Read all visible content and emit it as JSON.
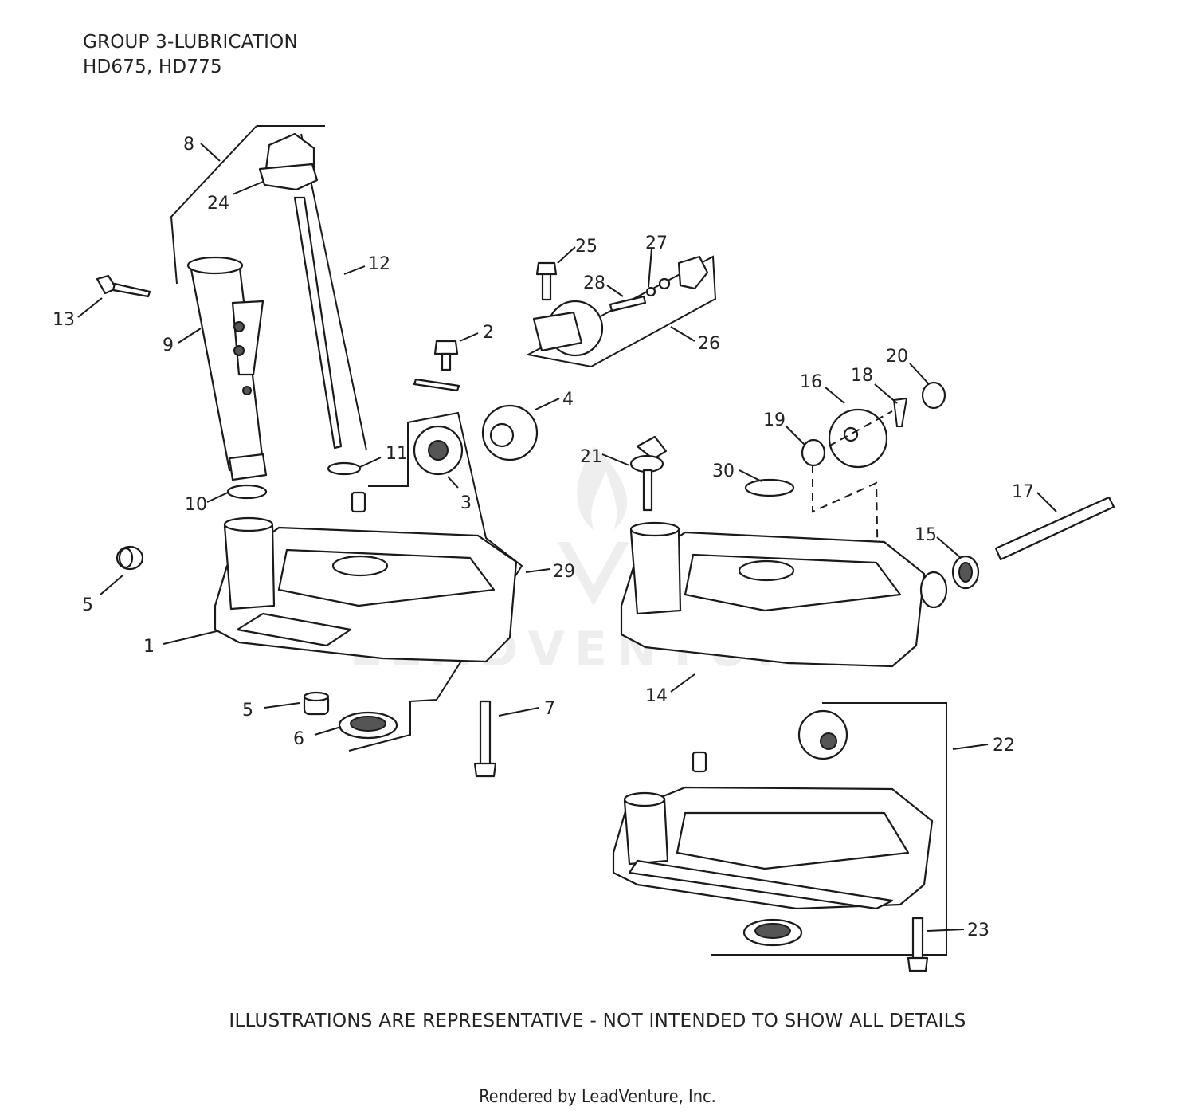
{
  "header": {
    "title_line1": "GROUP 3-LUBRICATION",
    "title_line2": "HD675, HD775"
  },
  "footer": {
    "disclaimer": "ILLUSTRATIONS ARE REPRESENTATIVE - NOT INTENDED TO SHOW ALL DETAILS",
    "rendered_by": "Rendered by LeadVenture, Inc."
  },
  "watermark": {
    "text": "LEADVENTURE"
  },
  "callouts": [
    "1",
    "2",
    "3",
    "4",
    "5",
    "5",
    "6",
    "7",
    "8",
    "9",
    "10",
    "11",
    "12",
    "13",
    "14",
    "15",
    "16",
    "17",
    "18",
    "19",
    "20",
    "21",
    "22",
    "23",
    "24",
    "25",
    "26",
    "27",
    "28",
    "29",
    "30"
  ]
}
